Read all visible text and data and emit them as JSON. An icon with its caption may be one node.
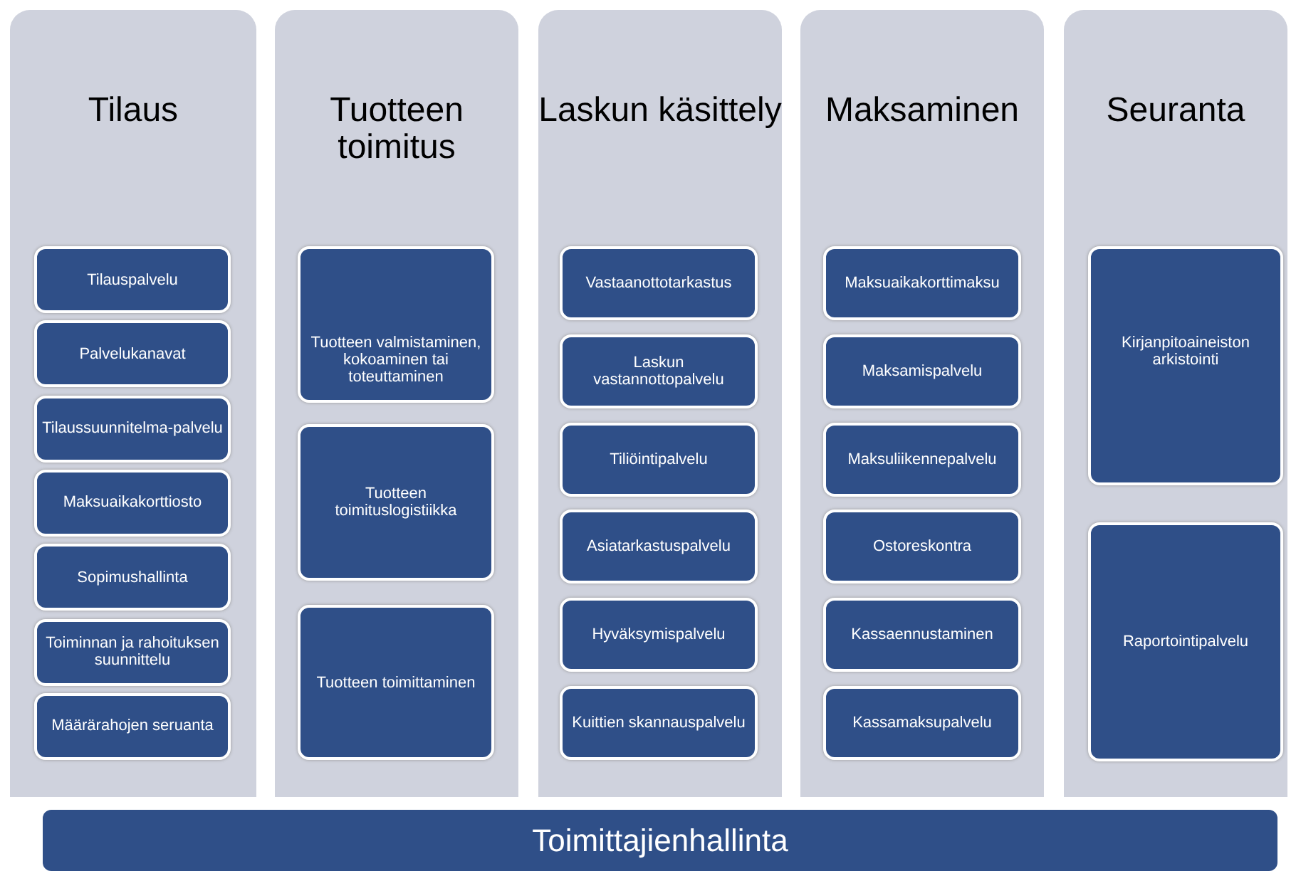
{
  "diagram": {
    "nodes": [
      {
        "text": [
          "Tilaus"
        ]
      },
      {
        "text": [
          "Tilauspalvelu"
        ],
        "in": 0
      },
      {
        "text": [
          "Palvelukanavat"
        ],
        "in": 0
      },
      {
        "text": [
          "Tilaussuunnitelma-palvelu"
        ],
        "in": 0
      },
      {
        "text": [
          "Maksuaikakorttiosto"
        ],
        "in": 0
      },
      {
        "text": [
          "Sopimushallinta"
        ],
        "in": 0
      },
      {
        "text": [
          "Toiminnan ja rahoituksen suunnittelu"
        ],
        "in": 0
      },
      {
        "text": [
          "Määrärahojen seruanta"
        ],
        "in": 0
      },
      {
        "text": [
          "Tuotteen toimitus"
        ]
      },
      {
        "text": [
          "Tuotteen valmistaminen, kokoaminen tai toteuttaminen"
        ],
        "in": 8
      },
      {
        "text": [
          "Tuotteen toimituslogistiikka"
        ],
        "in": 8
      },
      {
        "text": [
          "Tuotteen toimittaminen"
        ],
        "in": 8
      },
      {
        "text": [
          "Laskun käsittely"
        ]
      },
      {
        "text": [
          "Vastaanottotarkastus"
        ],
        "in": 12
      },
      {
        "text": [
          "Laskun vastannottopalvelu"
        ],
        "in": 12
      },
      {
        "text": [
          "Tiliöintipalvelu"
        ],
        "in": 12
      },
      {
        "text": [
          "Asiatarkastuspalvelu"
        ],
        "in": 12
      },
      {
        "text": [
          "Hyväksymispalvelu"
        ],
        "in": 12
      },
      {
        "text": [
          "Kuittien skannauspalvelu"
        ],
        "in": 12
      },
      {
        "text": [
          "Maksaminen"
        ]
      },
      {
        "text": [
          "Maksuaikakorttimaksu"
        ],
        "in": 19
      },
      {
        "text": [
          "Maksamispalvelu"
        ],
        "in": 19
      },
      {
        "text": [
          "Maksuliikennepalvelu"
        ],
        "in": 19
      },
      {
        "text": [
          "Ostoreskontra"
        ],
        "in": 19
      },
      {
        "text": [
          "Kassaennustaminen"
        ],
        "in": 19
      },
      {
        "text": [
          "Kassamaksupalvelu"
        ],
        "in": 19
      },
      {
        "text": [
          "Seuranta"
        ]
      },
      {
        "text": [
          "Kirjanpitoaineiston arkistointi"
        ],
        "in": 26
      },
      {
        "text": [
          "Raportointipalvelu"
        ],
        "in": 26
      },
      {
        "text": [
          "Toimittajienhallinta"
        ]
      }
    ]
  }
}
